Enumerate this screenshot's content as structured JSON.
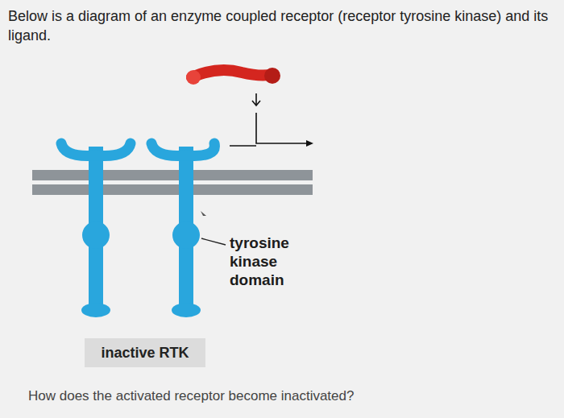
{
  "diagram": {
    "title": "Below is a diagram of an enzyme coupled receptor (receptor tyrosine kinase) and its ligand.",
    "caption": "How does the activated receptor become inactivated?",
    "nodes": [
      {
        "text": [
          "inactive RTK"
        ]
      }
    ],
    "labels": [
      "tyrosine kinase domain"
    ]
  }
}
